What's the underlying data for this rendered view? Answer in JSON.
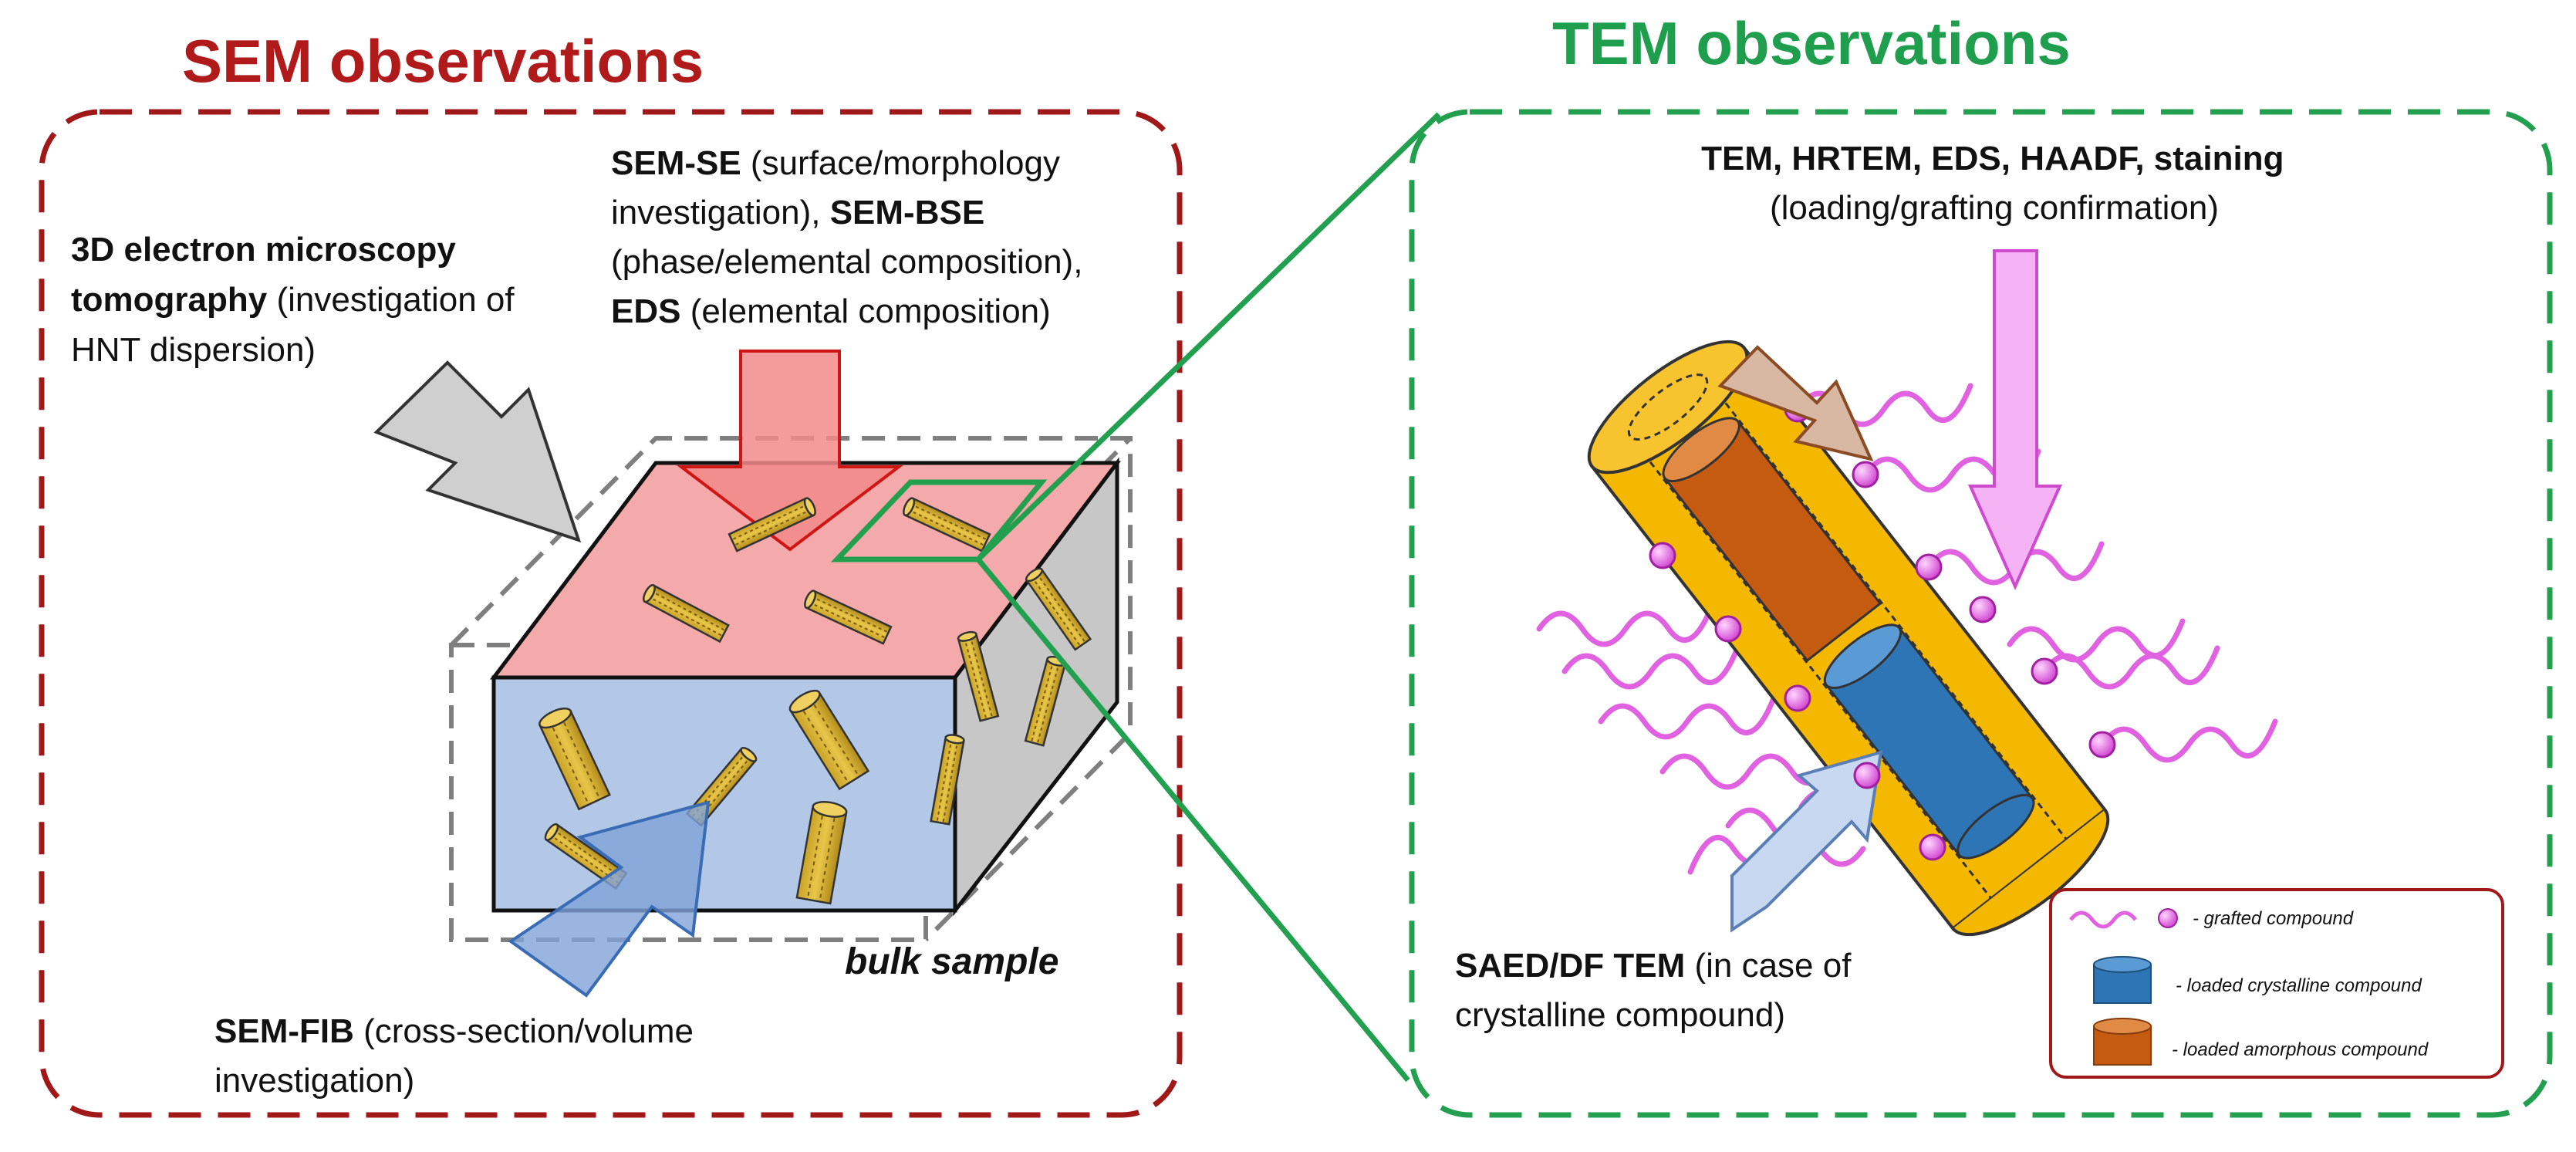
{
  "sem": {
    "title": "SEM observations",
    "tomography": {
      "bold": "3D electron microscopy tomography",
      "bold_line1": "3D electron microscopy",
      "bold_line2": "tomography",
      "rest_line2": " (investigation of",
      "line3": "HNT dispersion)"
    },
    "sem_se": {
      "b1": "SEM-SE",
      "t1": " (surface/morphology",
      "t2": "investigation), ",
      "b2": "SEM-BSE",
      "t3": "(phase/elemental composition),",
      "b3": "EDS",
      "t4": " (elemental composition)"
    },
    "sem_fib": {
      "bold": "SEM-FIB",
      "rest1": " (cross-section/volume",
      "line2": "investigation)"
    },
    "bulk_label": "bulk sample",
    "colors": {
      "frame": "#a01818",
      "top_face": "#f4aaaa",
      "front_face": "#b3c7e6",
      "side_face": "#c7c7c7"
    }
  },
  "tem": {
    "title": "TEM observations",
    "methods": {
      "bold": "TEM, HRTEM, EDS, HAADF, staining",
      "line2": "(loading/grafting confirmation)"
    },
    "saed": {
      "bold": "SAED/DF TEM",
      "rest1": " (in case of",
      "line2": "crystalline compound)"
    },
    "legend": {
      "grafted": "- grafted compound",
      "crystalline": "- loaded crystalline compound",
      "amorphous": "- loaded amorphous compound"
    },
    "colors": {
      "frame": "#22a04f",
      "tube": "#f5b800",
      "crystalline": "#2e75b6",
      "amorphous": "#c55a11",
      "grafted": "#e062e0"
    }
  }
}
